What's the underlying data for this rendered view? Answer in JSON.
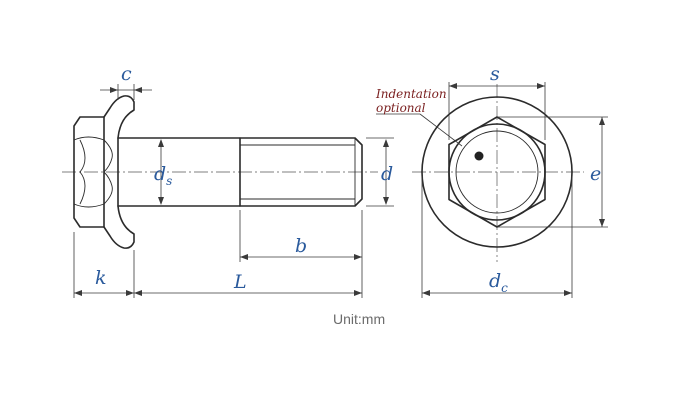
{
  "labels": {
    "c": "c",
    "ds_main": "d",
    "ds_sub": "s",
    "d": "d",
    "b": "b",
    "k": "k",
    "L": "L",
    "s": "s",
    "e": "e",
    "dc_main": "d",
    "dc_sub": "c"
  },
  "note": {
    "line1": "Indentation",
    "line2": "optional"
  },
  "unit": "Unit:mm",
  "colors": {
    "label": "#2a5a9c",
    "note": "#7a1f1f",
    "outline": "#2b2b2b"
  }
}
